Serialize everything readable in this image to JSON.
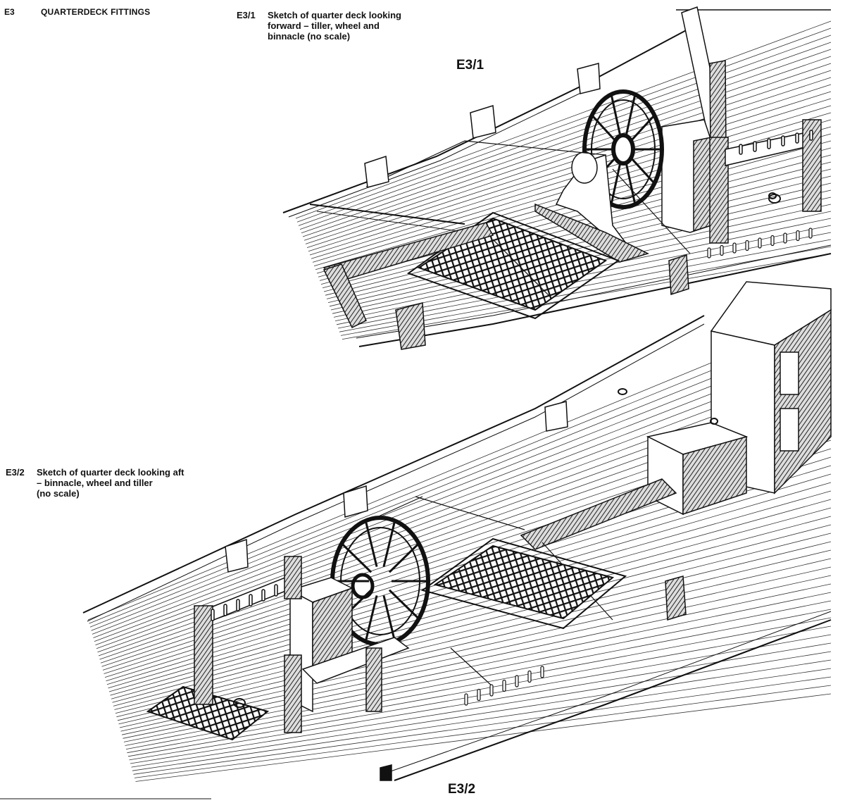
{
  "sheet": {
    "code": "E3",
    "title": "QUARTERDECK FITTINGS"
  },
  "figures": [
    {
      "code": "E3/1",
      "caption_lines": [
        "Sketch of quarter deck looking",
        "forward – tiller, wheel and",
        "binnacle (no scale)"
      ],
      "label": "E3/1"
    },
    {
      "code": "E3/2",
      "caption_lines": [
        "Sketch of quarter deck looking aft",
        "– binnacle, wheel and tiller",
        "(no scale)"
      ],
      "label": "E3/2"
    }
  ],
  "colors": {
    "ink": "#111111",
    "paper": "#ffffff",
    "shade": "#3a3a3a"
  }
}
